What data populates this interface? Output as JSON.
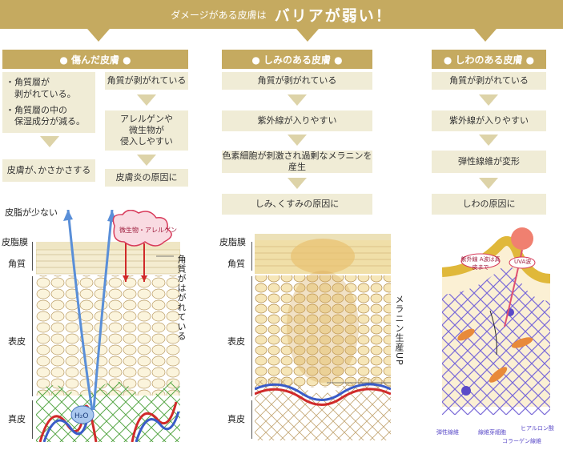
{
  "banner": {
    "prefix": "ダメージがある皮膚は",
    "main": "バリアが弱い！"
  },
  "columns": [
    {
      "title": "● 傷んだ皮膚 ●"
    },
    {
      "title": "● しみのある皮膚 ●"
    },
    {
      "title": "● しわのある皮膚 ●"
    }
  ],
  "col1": {
    "bullet1": "・角質層が\n　剥がれている。",
    "bullet2": "・角質層の中の\n　保湿成分が減る。",
    "result_left": "皮膚が､かさかさする",
    "step1": "角質が剥がれている",
    "step2": "アレルゲンや\n微生物が\n侵入しやすい",
    "step3": "皮膚炎の原因に"
  },
  "col2": {
    "step1": "角質が剥がれている",
    "step2": "紫外線が入りやすい",
    "step3": "色素細胞が刺激され過剰なメラニンを産生",
    "step4": "しみ､くすみの原因に"
  },
  "col3": {
    "step1": "角質が剥がれている",
    "step2": "紫外線が入りやすい",
    "step3": "弾性線維が変形",
    "step4": "しわの原因に"
  },
  "labels": {
    "sebum_low": "皮脂が少ない",
    "sebum_film": "皮脂膜",
    "stratum": "角質",
    "epidermis": "表皮",
    "dermis": "真皮",
    "peeled": "角質がはがれている",
    "microbes": "微生物・アレルゲン",
    "h2o": "H₂O",
    "melanin_up": "メラニン生産UP",
    "uv_label1": "紫外線 A波は真皮まで",
    "uv_label2": "UVA波",
    "fiber1": "弾性線維",
    "fiber2": "線維芽細胞",
    "fiber3": "コラーゲン線維",
    "fiber4": "ヒアルロン酸"
  },
  "colors": {
    "gold": "#c5aa60",
    "box": "#f0ecd6",
    "arrow": "#ddd3a8"
  }
}
